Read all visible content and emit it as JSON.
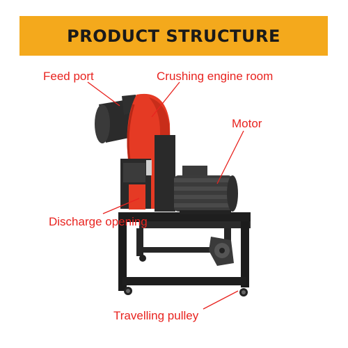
{
  "header": {
    "title": "PRODUCT STRUCTURE"
  },
  "labels": {
    "feed_port": "Feed port",
    "crushing_engine_room": "Crushing engine room",
    "motor": "Motor",
    "discharge_opening": "Discharge opening",
    "travelling_pulley": "Travelling pulley"
  },
  "colors": {
    "banner": "#f4a91c",
    "label_text": "#e8231f",
    "leader_line": "#e8231f",
    "crusher_red": "#e53a24",
    "frame_black": "#1e1e1e"
  }
}
